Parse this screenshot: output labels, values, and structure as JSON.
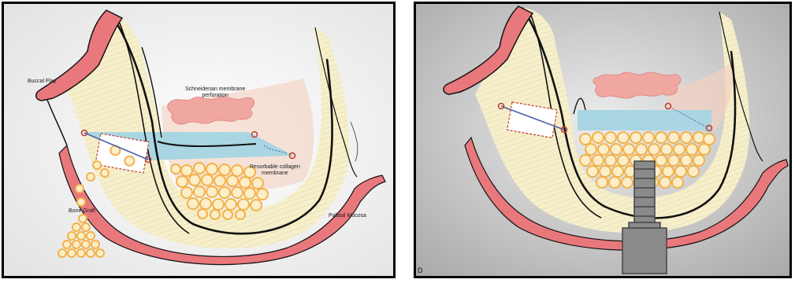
{
  "left_panel": {
    "labels": {
      "buccal_flap": "Buccal Flap",
      "schneiderian_1": "Schneiderian membrane",
      "schneiderian_2": "perforation",
      "resorbable_1": "Resorbable collagen",
      "resorbable_2": "membrane",
      "bone_graft": "Bone Graft",
      "palatal_mucosa": "Palatal Mucosa"
    }
  },
  "right_panel": {
    "corner_mark": "D"
  },
  "colors": {
    "mucosa": "#e8787c",
    "bone_yellow": "#f7efc8",
    "sinus_pink": "#f4d0bf",
    "membrane_blue": "#a8d6e2",
    "graft_fill": "#fbeec9",
    "graft_stroke": "#f2b24a"
  }
}
